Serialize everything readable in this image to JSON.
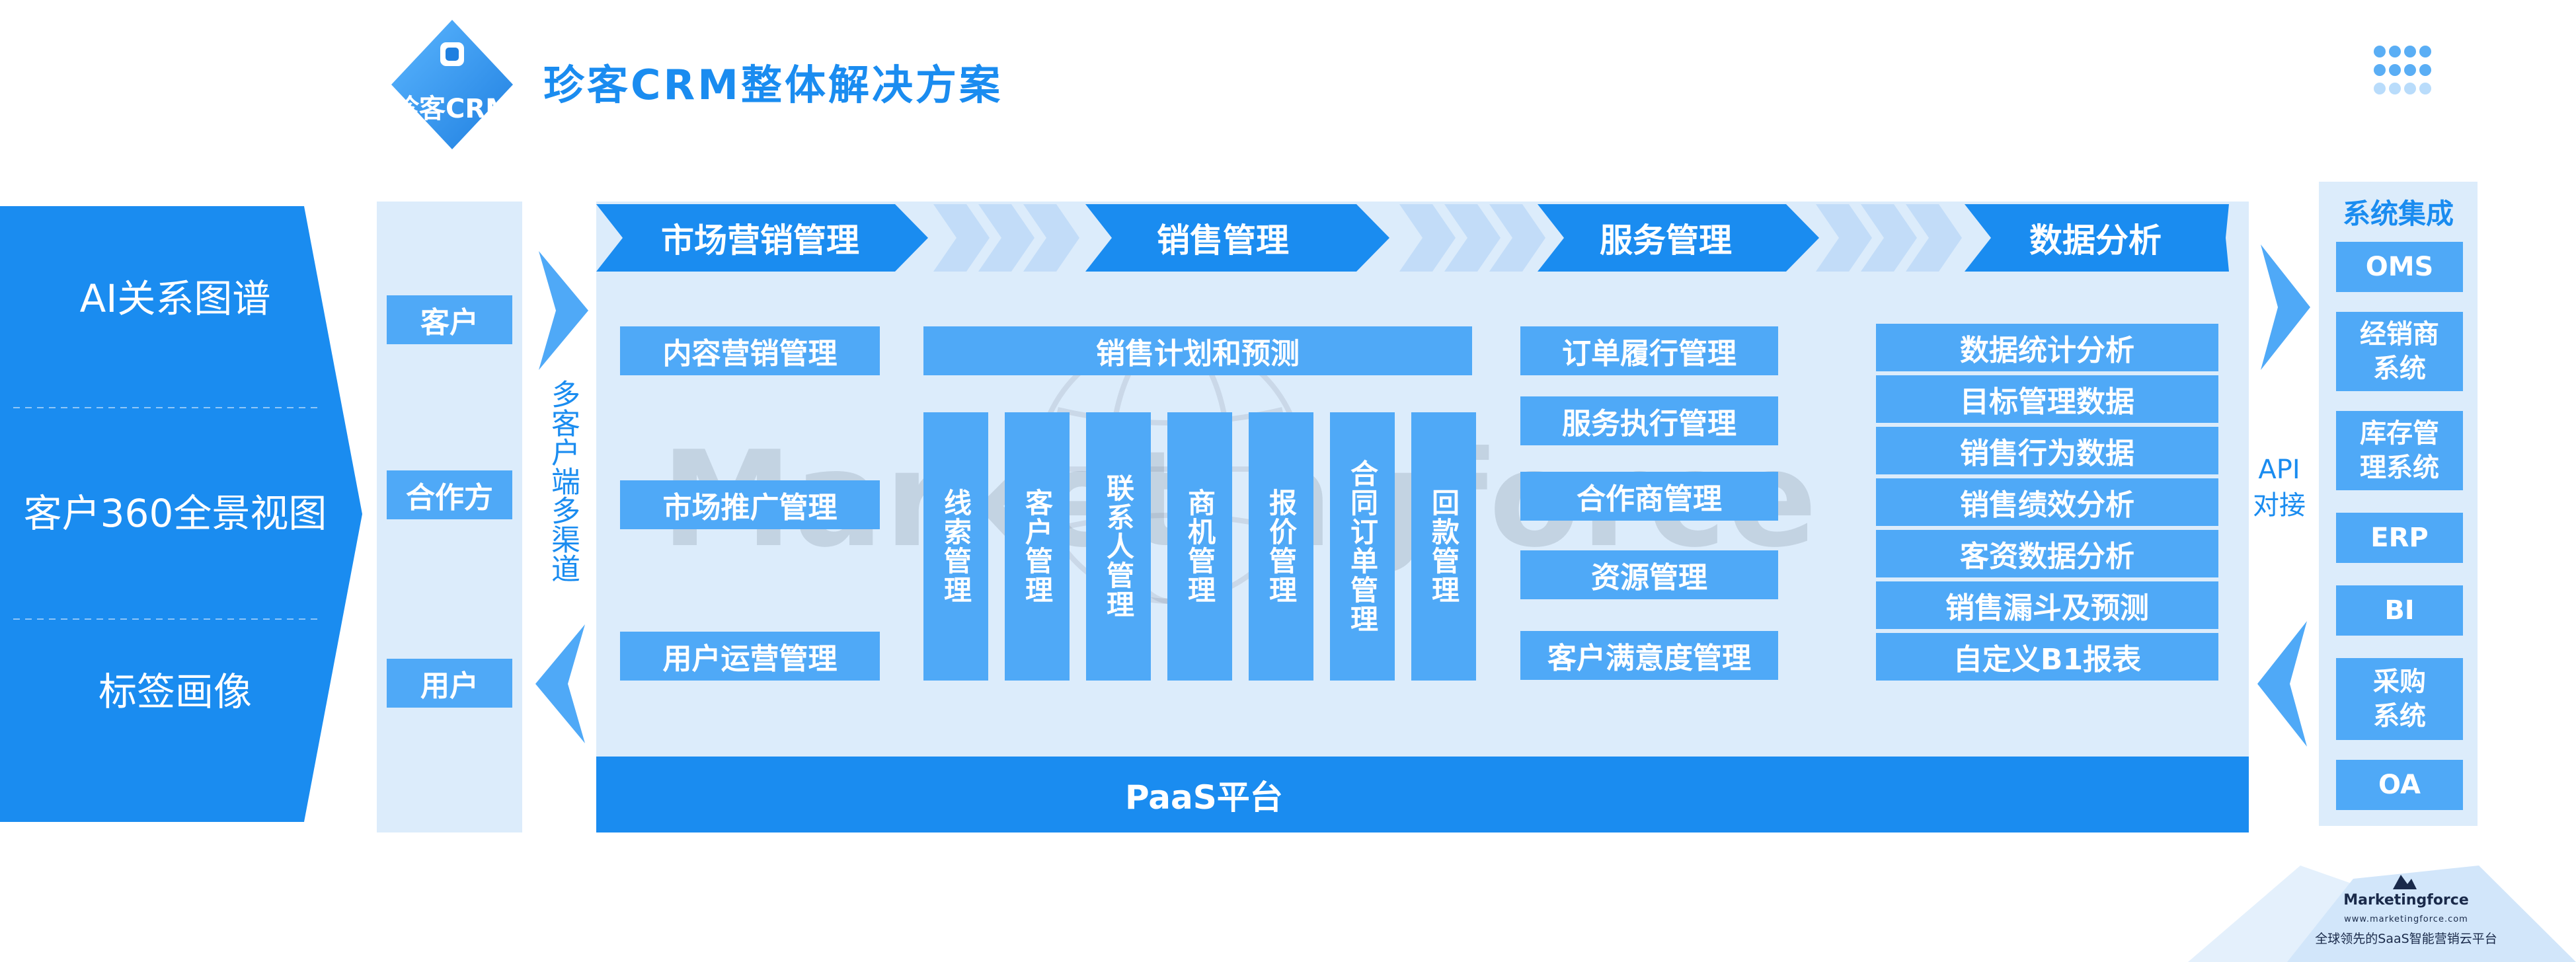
{
  "header": {
    "logo_text": "珍客CRM",
    "title": "珍客CRM整体解决方案"
  },
  "left_panel": {
    "items": [
      "AI关系图谱",
      "客户360全景视图",
      "标签画像"
    ]
  },
  "roles": [
    "客户",
    "合作方",
    "用户"
  ],
  "channel_label": "多客户端多渠道",
  "stages": [
    "市场营销管理",
    "销售管理",
    "服务管理",
    "数据分析"
  ],
  "marketing": [
    "内容营销管理",
    "市场推广管理",
    "用户运营管理"
  ],
  "sales": {
    "plan": "销售计划和预测",
    "columns": [
      "线索管理",
      "客户管理",
      "联系人管理",
      "商机管理",
      "报价管理",
      "合同订单管理",
      "回款管理"
    ]
  },
  "service": [
    "订单履行管理",
    "服务执行管理",
    "合作商管理",
    "资源管理",
    "客户满意度管理"
  ],
  "analytics": [
    "数据统计分析",
    "目标管理数据",
    "销售行为数据",
    "销售绩效分析",
    "客资数据分析",
    "销售漏斗及预测",
    "自定义B1报表"
  ],
  "platform": "PaaS平台",
  "api_label": "API\n对接",
  "integration": {
    "title": "系统集成",
    "items": [
      "OMS",
      "经销商\n系统",
      "库存管\n理系统",
      "ERP",
      "BI",
      "采购\n系统",
      "OA"
    ]
  },
  "watermark": "Marketingforce",
  "footer_badge": {
    "brand": "Marketingforce",
    "url": "www.marketingforce.com",
    "tagline": "全球领先的SaaS智能营销云平台"
  },
  "colors": {
    "primary": "#1a8cf0",
    "cell": "#4fa9f7",
    "panel": "#dcecfb",
    "chevron_light": "#c2dcf8"
  }
}
